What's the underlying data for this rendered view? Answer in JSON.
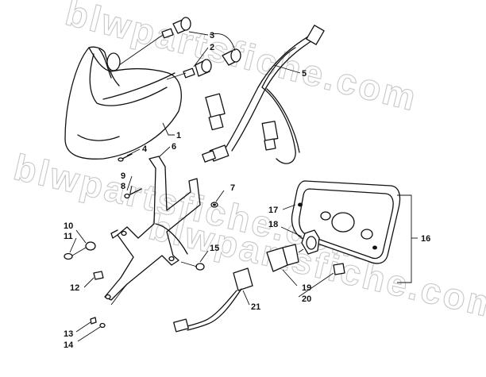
{
  "watermark": "blwpartsfiche.com",
  "callouts": {
    "c1": "1",
    "c2": "2",
    "c3": "3",
    "c4": "4",
    "c5": "5",
    "c6": "6",
    "c7": "7",
    "c8": "8",
    "c9": "9",
    "c10": "10",
    "c11": "11",
    "c12": "12",
    "c13": "13",
    "c14": "14",
    "c15": "15",
    "c16": "16",
    "c17": "17",
    "c18": "18",
    "c19": "19",
    "c20": "20",
    "c21": "21"
  }
}
